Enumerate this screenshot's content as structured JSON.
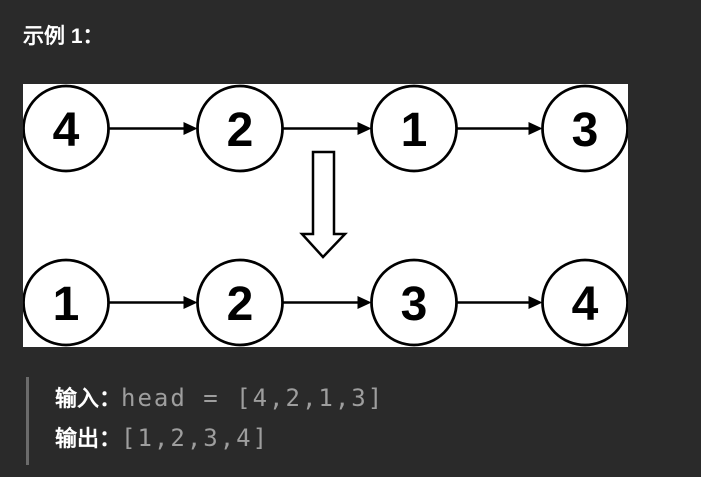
{
  "title": {
    "example_label": "示例 1："
  },
  "diagram": {
    "type": "linked-list-transformation",
    "panel_bg": "#ffffff",
    "stroke": "#000000",
    "node_text_color": "#000000",
    "top_row": [
      "4",
      "2",
      "1",
      "3"
    ],
    "bottom_row": [
      "1",
      "2",
      "3",
      "4"
    ],
    "transform_arrow": "down-block-arrow"
  },
  "io": {
    "input_label": "输入：",
    "input_value": "head = [4,2,1,3]",
    "output_label": "输出：",
    "output_value": "[1,2,3,4]"
  },
  "colors": {
    "background": "#2a2a2a",
    "label_text": "#ffffff",
    "code_text": "#9e9e9e",
    "quote_border": "#6b6b6b"
  }
}
